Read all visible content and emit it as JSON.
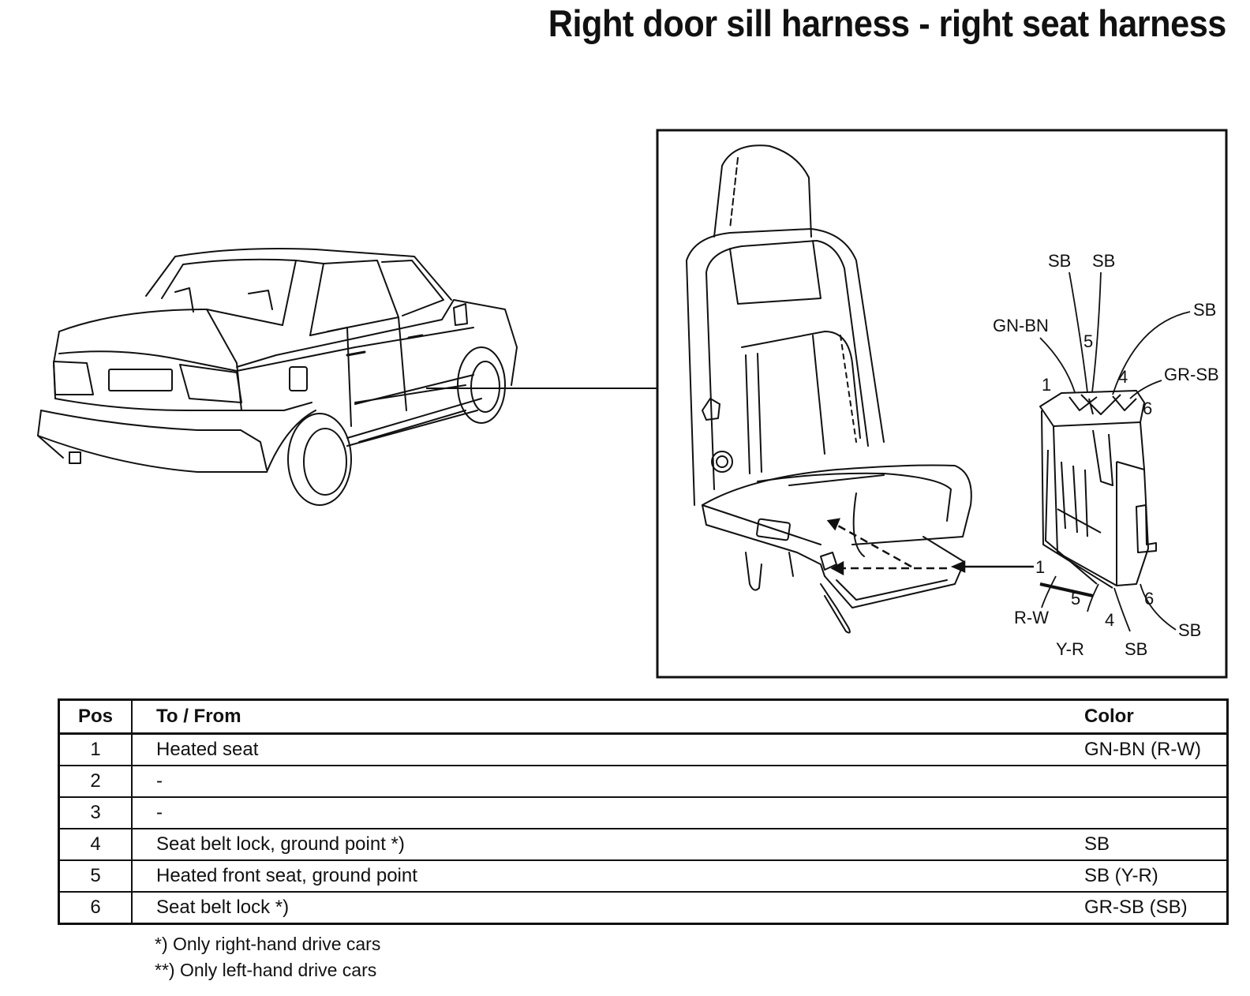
{
  "title": "Right door sill harness - right seat harness",
  "connector_labels": {
    "sb_top_left": "SB",
    "sb_top_mid": "SB",
    "sb_top_right": "SB",
    "gn_bn": "GN-BN",
    "gr_sb": "GR-SB",
    "pin_1_top": "1",
    "pin_5_top": "5",
    "pin_4_top": "4",
    "pin_6_top": "6",
    "pin_1_bottom": "1",
    "pin_5_bottom": "5",
    "pin_4_bottom": "4",
    "pin_6_bottom": "6",
    "r_w": "R-W",
    "y_r": "Y-R",
    "sb_bottom_mid": "SB",
    "sb_bottom_right": "SB"
  },
  "table": {
    "headers": {
      "pos": "Pos",
      "to_from": "To / From",
      "color": "Color"
    },
    "rows": [
      {
        "pos": "1",
        "to_from": "Heated seat",
        "color": "GN-BN (R-W)"
      },
      {
        "pos": "2",
        "to_from": "-",
        "color": ""
      },
      {
        "pos": "3",
        "to_from": "-",
        "color": ""
      },
      {
        "pos": "4",
        "to_from": "Seat belt lock, ground point *)",
        "color": "SB"
      },
      {
        "pos": "5",
        "to_from": "Heated front seat, ground point",
        "color": "SB (Y-R)"
      },
      {
        "pos": "6",
        "to_from": "Seat belt lock *)",
        "color": "GR-SB (SB)"
      }
    ]
  },
  "footnotes": [
    "*) Only right-hand drive cars",
    "**) Only left-hand drive cars"
  ]
}
